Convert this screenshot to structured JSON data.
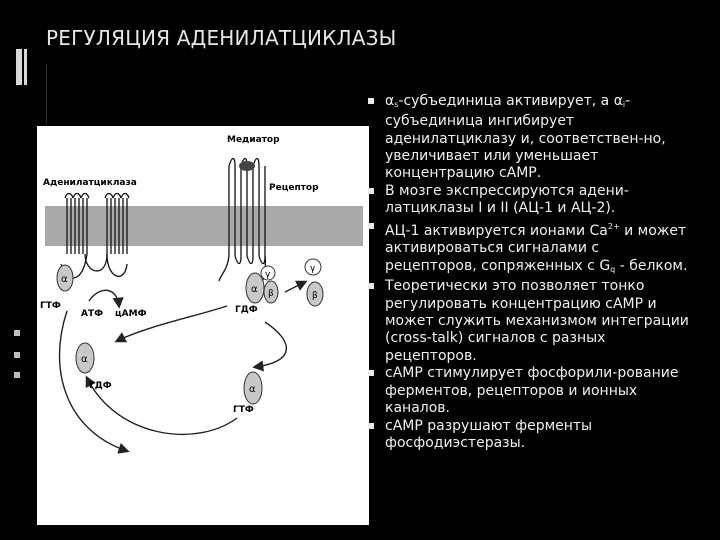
{
  "title": "РЕГУЛЯЦИЯ АДЕНИЛАТЦИКЛАЗЫ",
  "diagram": {
    "mediator": "Медиатор",
    "adenylate_cyclase": "Аденилатциклаза",
    "receptor": "Рецептор",
    "atf": "АТФ",
    "camp": "цАМФ",
    "gtf": "ГТФ",
    "gdf": "ГДФ",
    "alpha": "α",
    "beta": "β",
    "gamma": "γ"
  },
  "bullets": [
    {
      "alpha1": "α",
      "sub1": "s",
      "text1": "-субъединица активирует, а ",
      "alpha2": "α",
      "sub2": "i",
      "text2": "-субъединица ингибирует аденилатциклазу и, соответствен-но, увеличивает или уменьшает концентрацию сАМР."
    },
    {
      "text": "В мозге экспрессируются адени-латциклазы I и II (АЦ-1 и АЦ-2)."
    },
    {
      "text1": "АЦ-1 активируется ионами Ca",
      "sup": "2+",
      "text2": " и может активироваться сигналами с рецепторов, сопряженных с G",
      "sub": "q",
      "text3": " - белком."
    },
    {
      "text": "Теоретически это позволяет тонко регулировать концентрацию сАМР и может служить механизмом интеграции (cross-talk) сигналов с разных рецепторов."
    },
    {
      "text": "сАМР стимулирует фосфорили-рование ферментов, рецепторов и ионных каналов."
    },
    {
      "text": "сАМР разрушают ферменты фосфодиэстеразы."
    }
  ]
}
